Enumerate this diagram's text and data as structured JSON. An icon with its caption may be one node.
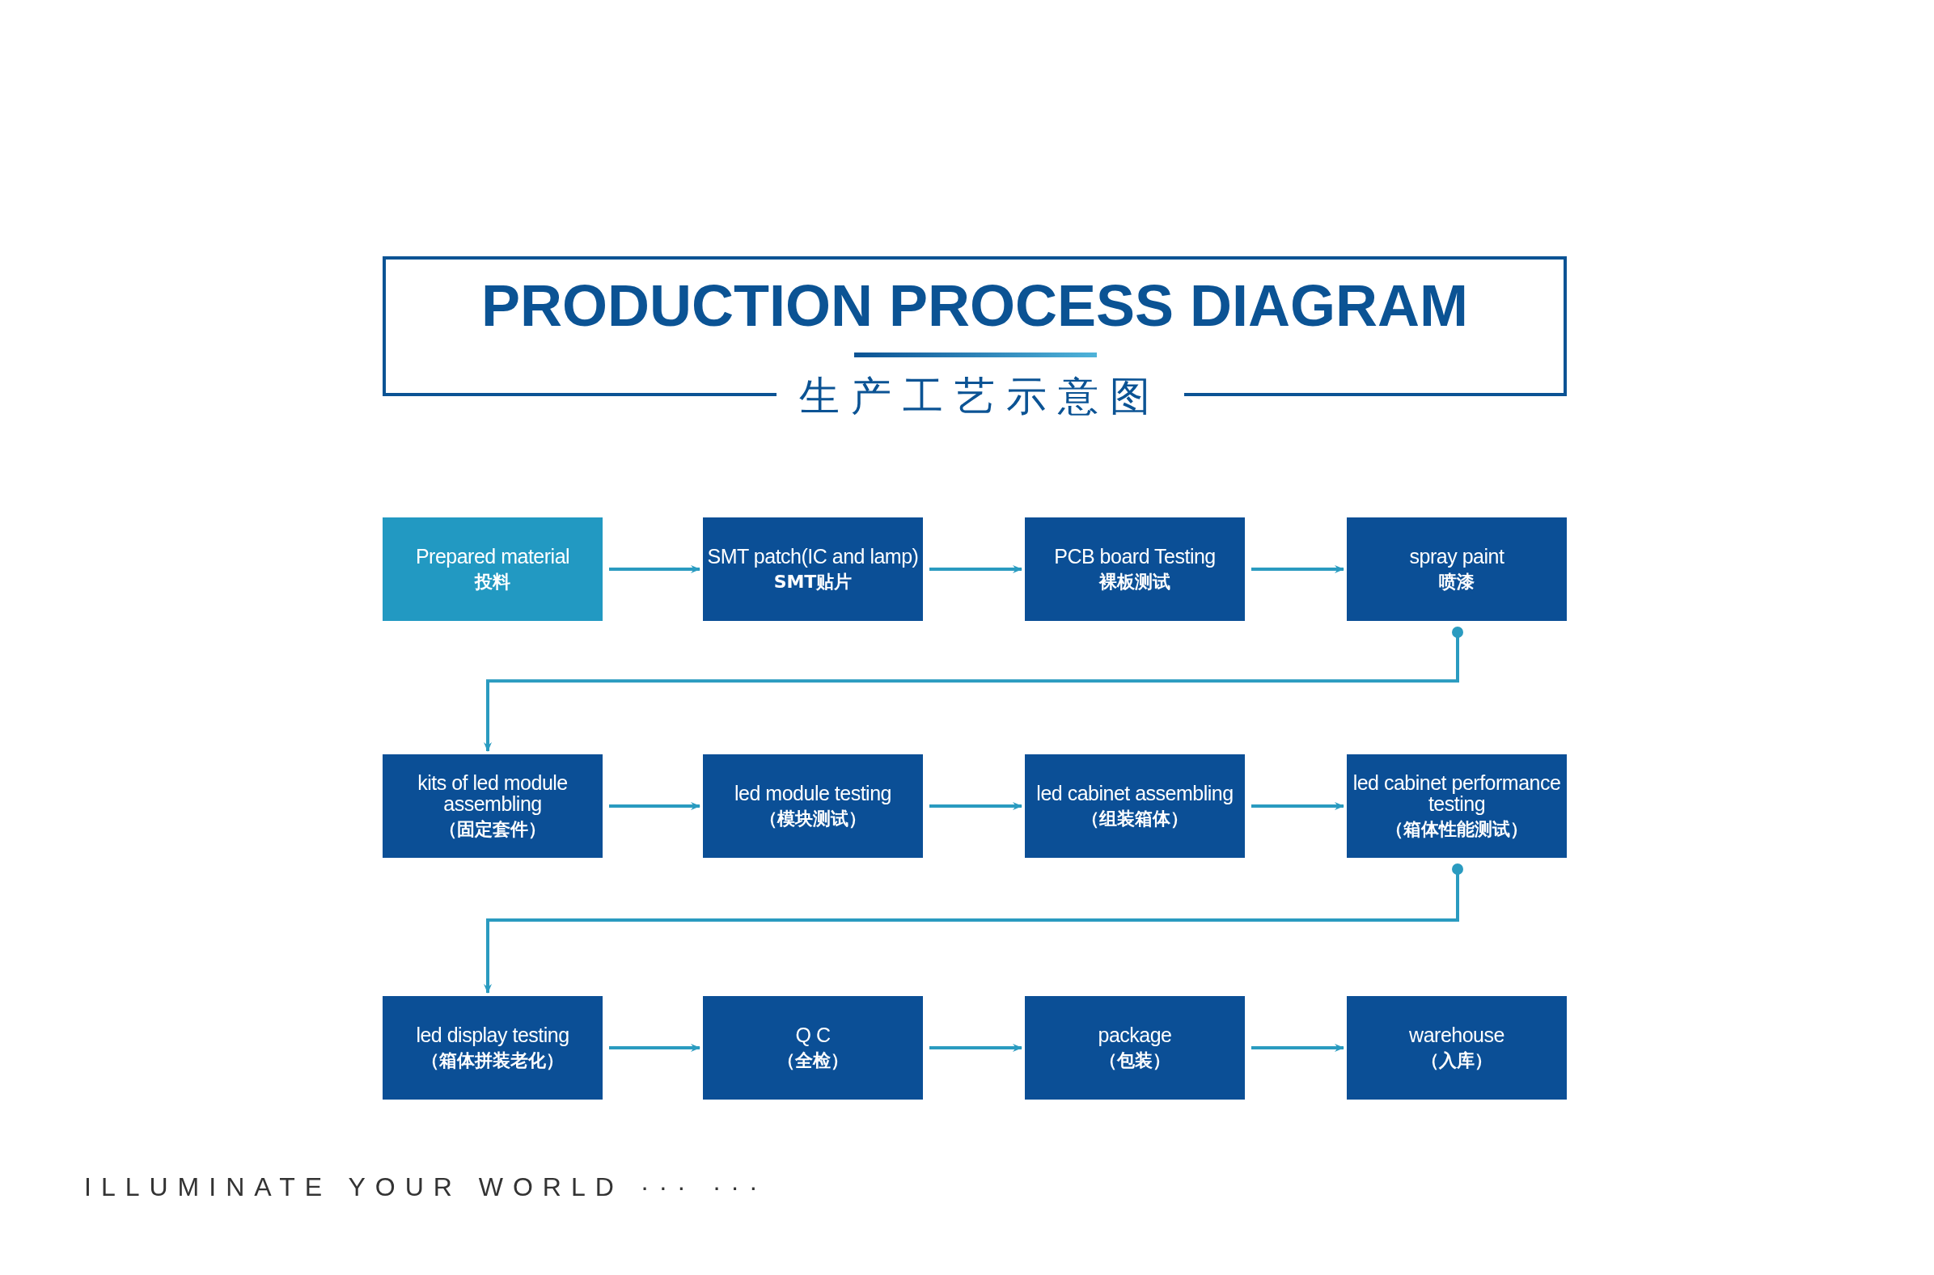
{
  "diagram": {
    "title": "PRODUCTION PROCESS DIAGRAM",
    "nodes": [
      {
        "text": [
          "Prepared material",
          "投料"
        ]
      },
      {
        "text": [
          "SMT patch(IC and lamp)",
          "SMT贴片"
        ]
      },
      {
        "text": [
          "PCB board Testing",
          "裸板测试"
        ]
      },
      {
        "text": [
          "spray paint",
          "喷漆"
        ]
      },
      {
        "text": [
          "kits of led module assembling",
          "（固定套件）"
        ]
      },
      {
        "text": [
          "led module testing",
          "（模块测试）"
        ]
      },
      {
        "text": [
          "led cabinet assembling",
          "（组装箱体）"
        ]
      },
      {
        "text": [
          "led cabinet performance testing",
          "（箱体性能测试）"
        ]
      },
      {
        "text": [
          "led display testing",
          "（箱体拼装老化）"
        ]
      },
      {
        "text": [
          "Q C",
          "（全检）"
        ]
      },
      {
        "text": [
          "package",
          "（包装）"
        ]
      },
      {
        "text": [
          "warehouse",
          "（入库）"
        ]
      }
    ],
    "edges": [
      {
        "from": 0,
        "to": 1,
        "arrow": "to"
      },
      {
        "from": 1,
        "to": 2,
        "arrow": "to"
      },
      {
        "from": 2,
        "to": 3,
        "arrow": "to"
      },
      {
        "from": 3,
        "to": 4,
        "arrow": "to"
      },
      {
        "from": 4,
        "to": 5,
        "arrow": "to"
      },
      {
        "from": 5,
        "to": 6,
        "arrow": "to"
      },
      {
        "from": 6,
        "to": 7,
        "arrow": "to"
      },
      {
        "from": 7,
        "to": 8,
        "arrow": "to"
      },
      {
        "from": 8,
        "to": 9,
        "arrow": "to"
      },
      {
        "from": 9,
        "to": 10,
        "arrow": "to"
      },
      {
        "from": 10,
        "to": 11,
        "arrow": "to"
      }
    ],
    "labels": [
      "生产工艺示意图",
      "ILLUMINATE YOUR WORLD ··· ···"
    ]
  }
}
